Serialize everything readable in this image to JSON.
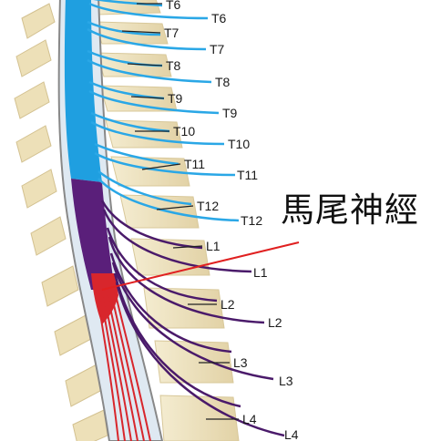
{
  "title": "馬尾神經",
  "vertebra_labels": [
    "T6",
    "T7",
    "T8",
    "T9",
    "T10",
    "T11",
    "T12",
    "L1",
    "L2",
    "L3",
    "L4"
  ],
  "nerve_labels": [
    "T6",
    "T7",
    "T8",
    "T9",
    "T10",
    "T11",
    "T12",
    "L1",
    "L2",
    "L3",
    "L4"
  ],
  "colors": {
    "thoracic_nerves": "#2aa7e6",
    "spinal_cord_thoracic": "#1f9fe0",
    "conus_medullaris": "#5a1f7a",
    "lumbar_nerves": "#4a1a6a",
    "cauda_equina": "#d8262c",
    "pointer_line": "#e02020",
    "bone": "#e9dcb6"
  }
}
